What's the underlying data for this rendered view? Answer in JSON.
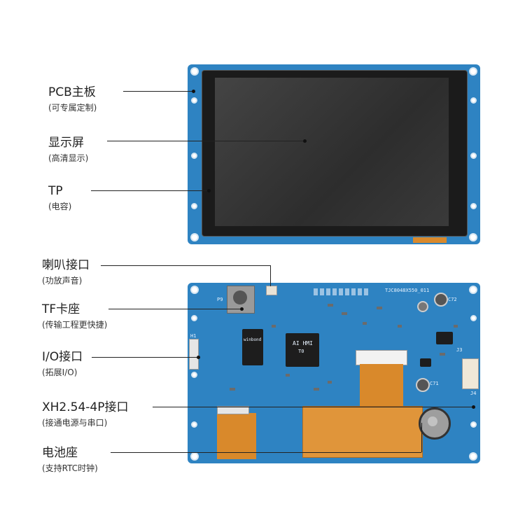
{
  "top_labels": [
    {
      "id": "pcb",
      "title": "PCB主板",
      "sub": "(可专属定制)"
    },
    {
      "id": "display",
      "title": "显示屏",
      "sub": "(高清显示)"
    },
    {
      "id": "tp",
      "title": "TP",
      "sub": "(电容)"
    }
  ],
  "bottom_labels": [
    {
      "id": "speaker",
      "title": "喇叭接口",
      "sub": "(功放声音)"
    },
    {
      "id": "tf",
      "title": "TF卡座",
      "sub": "(传输工程更快捷)"
    },
    {
      "id": "io",
      "title": "I/O接口",
      "sub": "(拓展I/O)"
    },
    {
      "id": "xh",
      "title": "XH2.54-4P接口",
      "sub": "(接通电源与串口)"
    },
    {
      "id": "battery",
      "title": "电池座",
      "sub": "(支持RTC时钟)"
    }
  ],
  "board_silk": {
    "model": "TJC8048X550_011",
    "chip_brand": "AI HMI",
    "chip_sub": "T0",
    "flash_brand": "winbond",
    "tf_silk": "P9",
    "h1": "H1",
    "j3": "J3",
    "j4": "J4",
    "c72": "C72",
    "c71": "C71"
  },
  "colors": {
    "pcb_blue": "#2e83c2",
    "pcb_dark": "#1d6aa6",
    "screen": "#3a3a3a",
    "fpc": "#d9892b"
  }
}
